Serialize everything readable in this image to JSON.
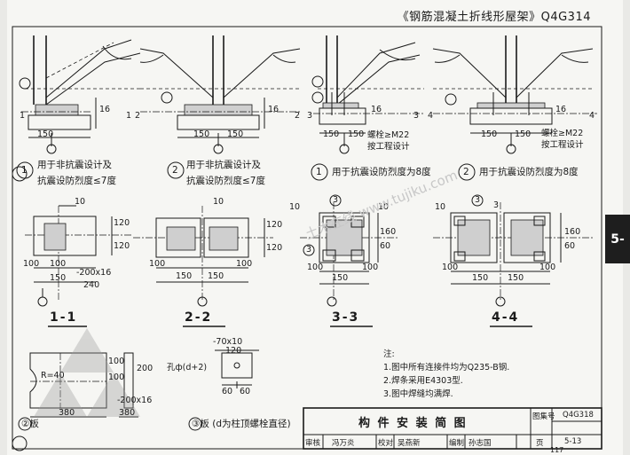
{
  "header": {
    "title": "《钢筋混凝土折线形屋架》Q4G314"
  },
  "side_tab": {
    "label": "5-"
  },
  "top_details": {
    "d1": {
      "num_marks": [
        "1",
        "1"
      ],
      "dims": [
        "16",
        "150"
      ]
    },
    "d2": {
      "num_marks": [
        "2",
        "2"
      ],
      "dims": [
        "16",
        "150",
        "150"
      ]
    },
    "d3": {
      "num_marks": [
        "3",
        "3"
      ],
      "dims": [
        "16",
        "150",
        "150"
      ],
      "bolt_note": [
        "螺栓≥M22",
        "按工程设计"
      ]
    },
    "d4": {
      "num_marks": [
        "4",
        "4"
      ],
      "dims": [
        "16",
        "150",
        "150"
      ],
      "bolt_note": [
        "螺栓≥M22",
        "按工程设计"
      ]
    }
  },
  "captions": [
    {
      "num": "1",
      "lines": [
        "用于非抗震设计及",
        "抗震设防烈度≤7度"
      ]
    },
    {
      "num": "2",
      "lines": [
        "用于非抗震设计及",
        "抗震设防烈度≤7度"
      ]
    },
    {
      "num": "1",
      "lines": [
        "用于抗震设防烈度为8度"
      ]
    },
    {
      "num": "2",
      "lines": [
        "用于抗震设防烈度为8度"
      ]
    }
  ],
  "plan_views": {
    "p1": {
      "label": "1-1",
      "dims": [
        "10",
        "120",
        "120",
        "100",
        "100",
        "-200x16",
        "150",
        "240"
      ]
    },
    "p2": {
      "label": "2-2",
      "dims": [
        "10",
        "120",
        "120",
        "100",
        "150",
        "150",
        "100"
      ]
    },
    "p3": {
      "label": "3-3",
      "dims": [
        "10",
        "10",
        "3",
        "3",
        "160",
        "60",
        "100",
        "150",
        "100"
      ]
    },
    "p4": {
      "label": "4-4",
      "dims": [
        "10",
        "3",
        "3",
        "160",
        "60",
        "100",
        "150",
        "150",
        "100"
      ]
    }
  },
  "part2": {
    "title": "②板",
    "dims": [
      "R=40",
      "100",
      "100",
      "200",
      "-200x16",
      "380",
      "380"
    ]
  },
  "part3": {
    "title": "③板 (d为柱顶螺栓直径)",
    "dims": [
      "-70x10",
      "120",
      "孔ф(d+2)",
      "60",
      "60"
    ]
  },
  "notes": {
    "heading": "注:",
    "items": [
      "1.图中所有连接件均为Q235-B钢.",
      "2.焊条采用E4303型.",
      "3.图中焊缝均满焊."
    ]
  },
  "title_block": {
    "title": "构 件 安 装 简 图",
    "atlas_label": "图集号",
    "atlas_no": "Q4G318",
    "page_label": "页",
    "page_no": "5-13",
    "roles": [
      "审核",
      "校对",
      "编制"
    ],
    "names": [
      "冯万炎",
      "吴燕新",
      "孙志国"
    ]
  },
  "footer": {
    "page": "117"
  },
  "watermark": {
    "text": "土木在线 www.tujiku.com"
  }
}
